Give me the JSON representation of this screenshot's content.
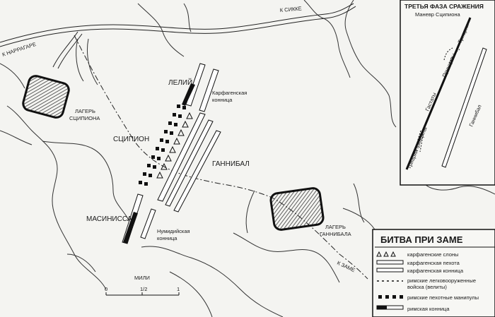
{
  "roads": {
    "to_naragara": "К НАРРАГАРЕ",
    "to_sikka": "К СИККЕ",
    "to_zama": "К ЗАМЕ"
  },
  "camps": {
    "scipio": "ЛАГЕРЬ СЦИПИОНА",
    "hannibal": "ЛАГЕРЬ ГАННИБАЛА"
  },
  "commanders": {
    "laelius": "ЛЕЛИЙ",
    "scipio": "СЦИПИОН",
    "masinissa": "МАСИНИССА",
    "hannibal": "ГАННИБАЛ"
  },
  "units": {
    "carthaginian_cavalry": "Карфагенская конница",
    "numidian_cavalry": "Нумидийская конница"
  },
  "scale": {
    "title": "МИЛИ",
    "ticks": [
      "0",
      "1/2",
      "1"
    ]
  },
  "inset": {
    "title": "ТРЕТЬЯ ФАЗА СРАЖЕНИЯ",
    "subtitle": "Маневр Сципиона",
    "triarii": "Триарии",
    "principes": "Принципы",
    "hastati": "Гастаты",
    "hannibal": "Ганнибал"
  },
  "legend": {
    "title": "БИТВА ПРИ ЗАМЕ",
    "items": [
      {
        "symbol": "elephants",
        "label": "карфагенские слоны"
      },
      {
        "symbol": "infantry",
        "label": "карфагенская пехота"
      },
      {
        "symbol": "cavalry",
        "label": "карфагенская конница"
      },
      {
        "symbol": "velites",
        "label": "римские легковооруженные войска (велиты)"
      },
      {
        "symbol": "maniples",
        "label": "римские пехотные манипулы"
      },
      {
        "symbol": "roman-cavalry",
        "label": "римская конница"
      }
    ]
  }
}
